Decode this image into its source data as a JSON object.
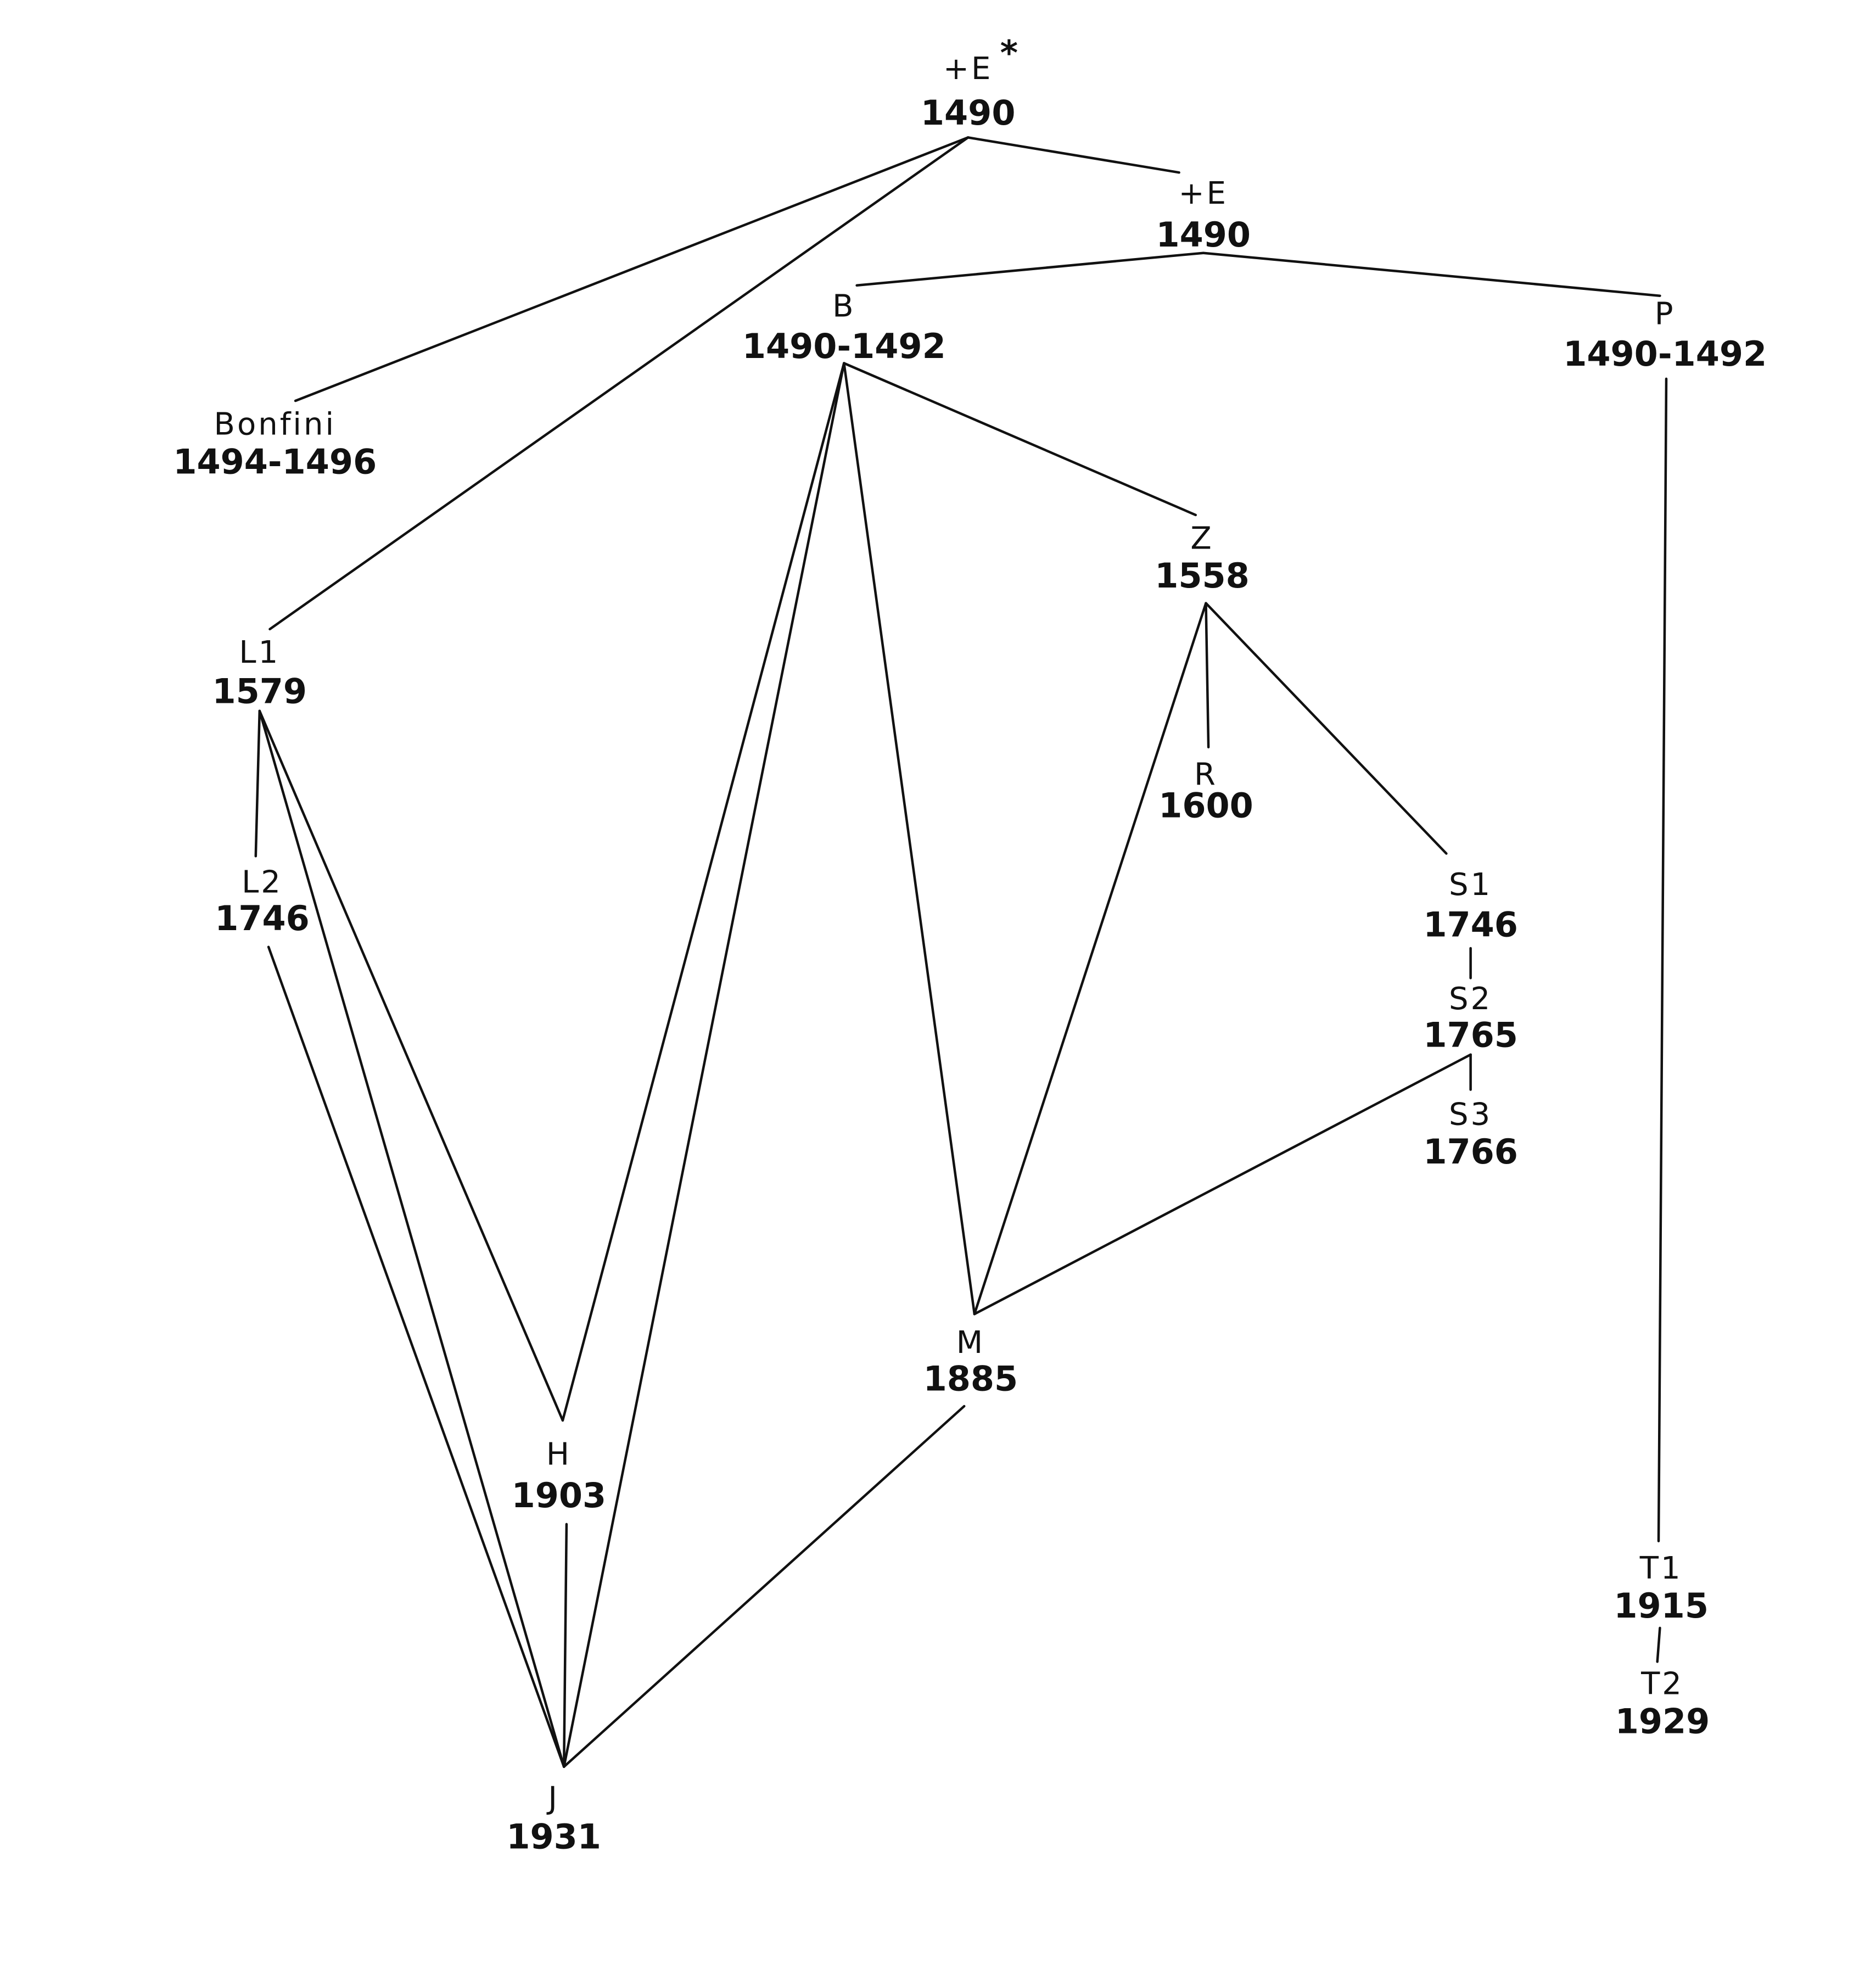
{
  "nodes": [
    {
      "id": "E_star",
      "siglum": "+E",
      "mark": "*",
      "date": "1490"
    },
    {
      "id": "E",
      "siglum": "+E",
      "date": "1490"
    },
    {
      "id": "Bonfini",
      "siglum": "Bonfini",
      "date": "1494-1496"
    },
    {
      "id": "B",
      "siglum": "B",
      "date": "1490-1492"
    },
    {
      "id": "P",
      "siglum": "P",
      "date": "1490-1492"
    },
    {
      "id": "Z",
      "siglum": "Z",
      "date": "1558"
    },
    {
      "id": "L1",
      "siglum": "L1",
      "date": "1579"
    },
    {
      "id": "R",
      "siglum": "R",
      "date": "1600"
    },
    {
      "id": "L2",
      "siglum": "L2",
      "date": "1746"
    },
    {
      "id": "S1",
      "siglum": "S1",
      "date": "1746"
    },
    {
      "id": "S2",
      "siglum": "S2",
      "date": "1765"
    },
    {
      "id": "S3",
      "siglum": "S3",
      "date": "1766"
    },
    {
      "id": "M",
      "siglum": "M",
      "date": "1885"
    },
    {
      "id": "H",
      "siglum": "H",
      "date": "1903"
    },
    {
      "id": "T1",
      "siglum": "T1",
      "date": "1915"
    },
    {
      "id": "T2",
      "siglum": "T2",
      "date": "1929"
    },
    {
      "id": "J",
      "siglum": "J",
      "date": "1931"
    }
  ],
  "edges": [
    [
      "E_star",
      "E"
    ],
    [
      "E_star",
      "Bonfini"
    ],
    [
      "E_star",
      "L1"
    ],
    [
      "E",
      "B"
    ],
    [
      "E",
      "P"
    ],
    [
      "B",
      "Z"
    ],
    [
      "B",
      "H"
    ],
    [
      "B",
      "M"
    ],
    [
      "B",
      "J"
    ],
    [
      "Z",
      "R"
    ],
    [
      "Z",
      "S1"
    ],
    [
      "Z",
      "M"
    ],
    [
      "S1",
      "S2"
    ],
    [
      "S2",
      "S3"
    ],
    [
      "S2",
      "M"
    ],
    [
      "L1",
      "L2"
    ],
    [
      "L1",
      "H"
    ],
    [
      "L1",
      "J"
    ],
    [
      "L2",
      "J"
    ],
    [
      "H",
      "J"
    ],
    [
      "M",
      "J"
    ],
    [
      "P",
      "T1"
    ],
    [
      "T1",
      "T2"
    ]
  ],
  "colors": {
    "ink": "#111111",
    "paper": "#ffffff"
  }
}
